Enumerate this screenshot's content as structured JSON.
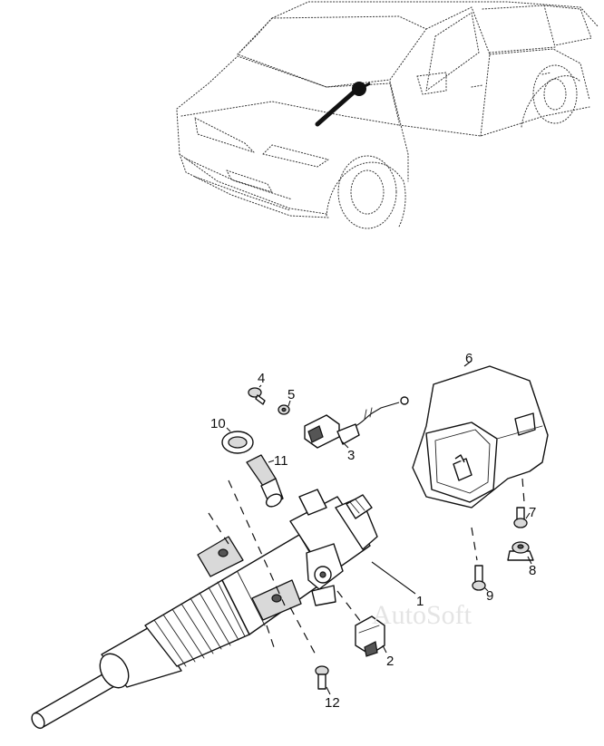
{
  "callouts": [
    {
      "id": "1",
      "text": "1"
    },
    {
      "id": "2",
      "text": "2"
    },
    {
      "id": "3",
      "text": "3"
    },
    {
      "id": "4",
      "text": "4"
    },
    {
      "id": "5",
      "text": "5"
    },
    {
      "id": "6",
      "text": "6"
    },
    {
      "id": "7",
      "text": "7"
    },
    {
      "id": "8",
      "text": "8"
    },
    {
      "id": "9",
      "text": "9"
    },
    {
      "id": "10",
      "text": "10"
    },
    {
      "id": "11",
      "text": "11"
    },
    {
      "id": "12",
      "text": "12"
    }
  ],
  "watermark": "AutoSoft"
}
